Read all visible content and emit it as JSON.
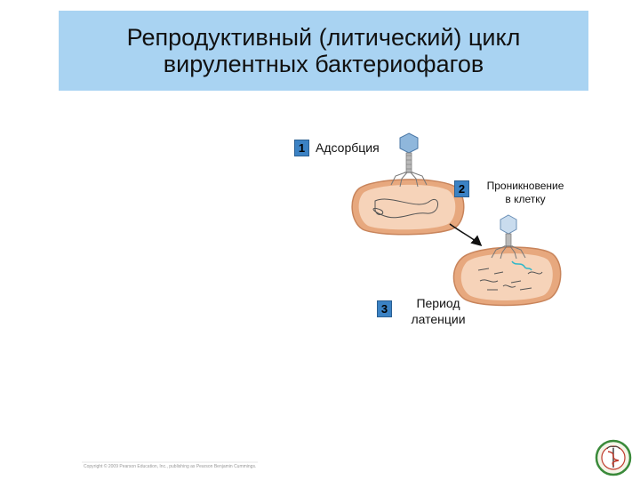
{
  "title": {
    "line1": "Репродуктивный (литический) цикл",
    "line2": "вирулентных бактериофагов"
  },
  "steps": [
    {
      "number": "1",
      "label": "Адсорбция"
    },
    {
      "number": "2",
      "label_line1": "Проникновение",
      "label_line2": "в клетку"
    },
    {
      "number": "3",
      "label_line1": "Период",
      "label_line2": "латенции"
    }
  ],
  "colors": {
    "title_band": "#a9d3f2",
    "cell_outer": "#e7a87e",
    "cell_inner": "#f6d3b9",
    "phage_head": "#8fb7dc",
    "badge": "#3b82c4",
    "viral_dna": "#2fb7c9"
  },
  "copyright": "Copyright © 2009 Pearson Education, Inc., publishing as Pearson Benjamin Cummings.",
  "logo_icon": "medical-caduceus-emblem-icon"
}
